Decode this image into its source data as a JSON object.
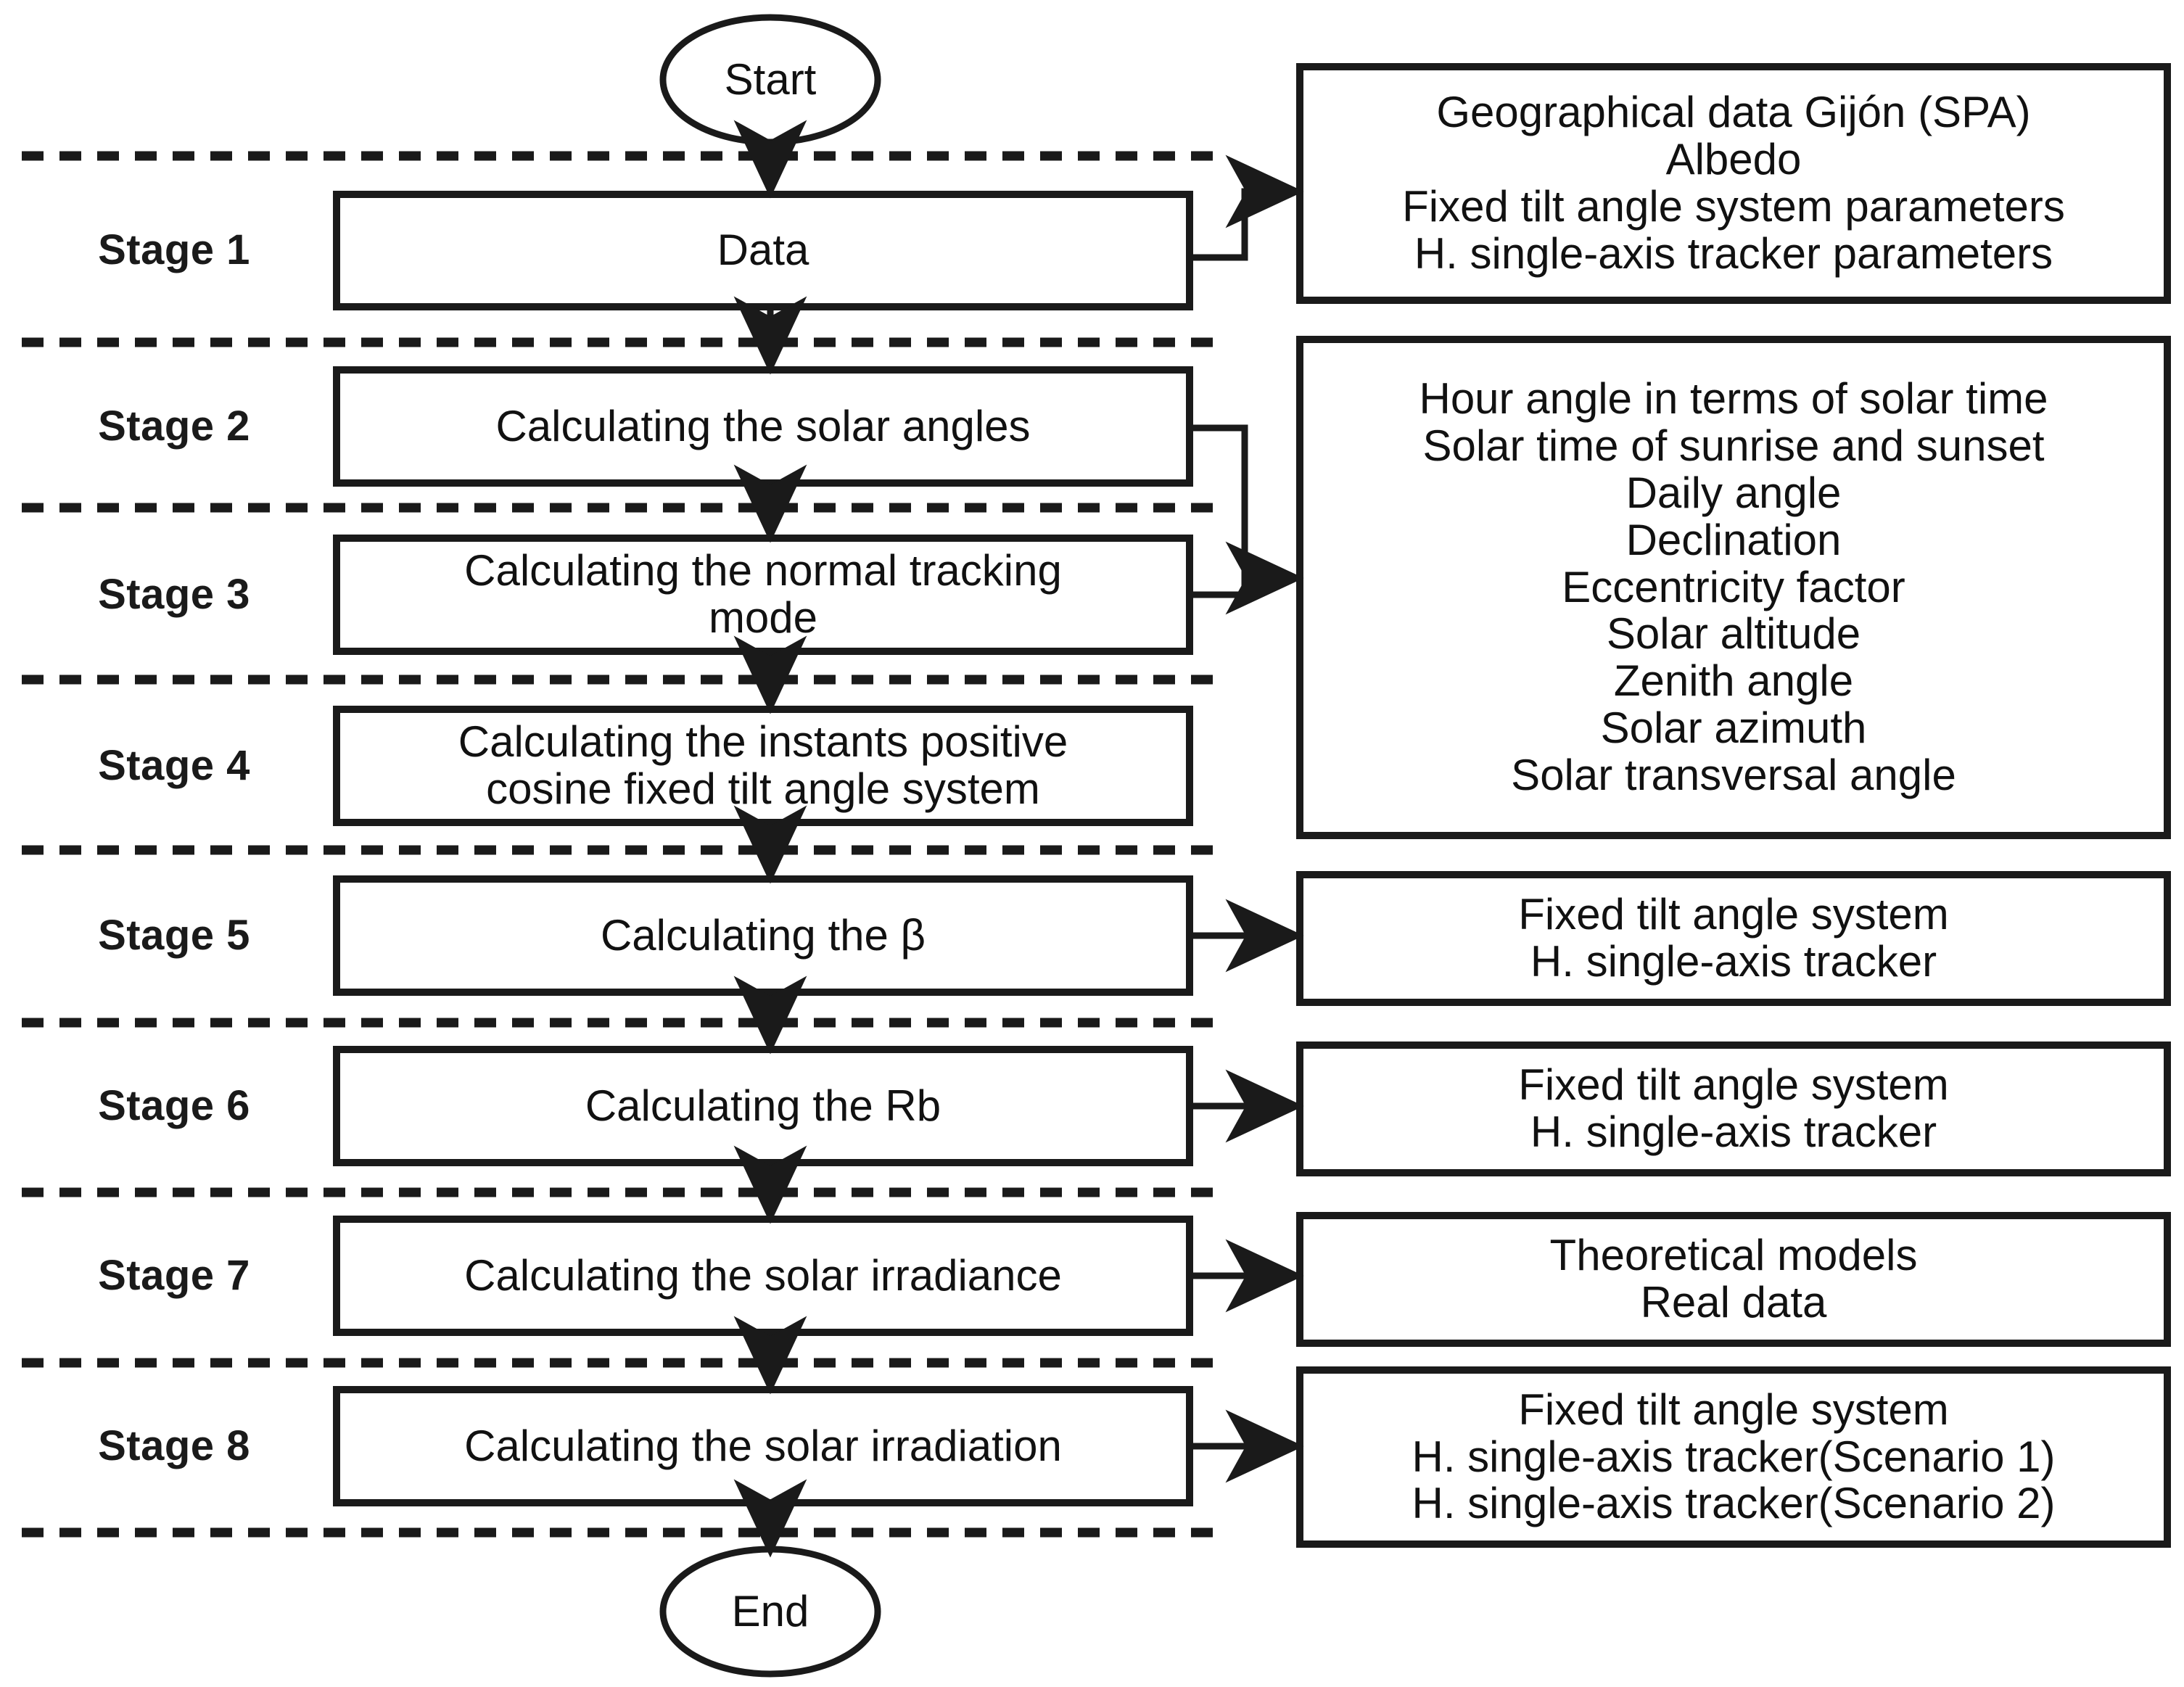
{
  "meta": {
    "title": "Solar irradiation calculation methodology flowchart",
    "line_color": "#1a1a1a",
    "background": "#ffffff",
    "divider_style": "dashed"
  },
  "terminators": {
    "start": "Start",
    "end": "End"
  },
  "stages": [
    {
      "label": "Stage 1",
      "process": [
        "Data"
      ],
      "panel": [
        "Geographical data Gijón (SPA)",
        "Albedo",
        "Fixed tilt angle system parameters",
        "H. single-axis tracker parameters"
      ]
    },
    {
      "label": "Stage 2",
      "process": [
        "Calculating the solar angles"
      ],
      "panel": [
        "Hour angle in terms of solar time",
        "Solar time of sunrise and sunset",
        "Daily angle",
        "Declination",
        "Eccentricity factor",
        "Solar altitude",
        "Zenith angle",
        "Solar azimuth",
        "Solar transversal angle"
      ]
    },
    {
      "label": "Stage 3",
      "process": [
        "Calculating the normal tracking",
        "mode"
      ],
      "panel": []
    },
    {
      "label": "Stage 4",
      "process": [
        "Calculating the instants positive",
        "cosine fixed tilt angle system"
      ],
      "panel": []
    },
    {
      "label": "Stage 5",
      "process": [
        "Calculating the β"
      ],
      "panel": [
        "Fixed tilt angle system",
        "H. single-axis tracker"
      ]
    },
    {
      "label": "Stage 6",
      "process": [
        "Calculating the Rb"
      ],
      "panel": [
        "Fixed tilt angle system",
        "H. single-axis tracker"
      ]
    },
    {
      "label": "Stage 7",
      "process": [
        "Calculating the solar irradiance"
      ],
      "panel": [
        "Theoretical models",
        "Real data"
      ]
    },
    {
      "label": "Stage 8",
      "process": [
        "Calculating the solar irradiation"
      ],
      "panel": [
        "Fixed tilt angle system",
        "H. single-axis tracker(Scenario 1)",
        "H. single-axis tracker(Scenario 2)"
      ]
    }
  ]
}
